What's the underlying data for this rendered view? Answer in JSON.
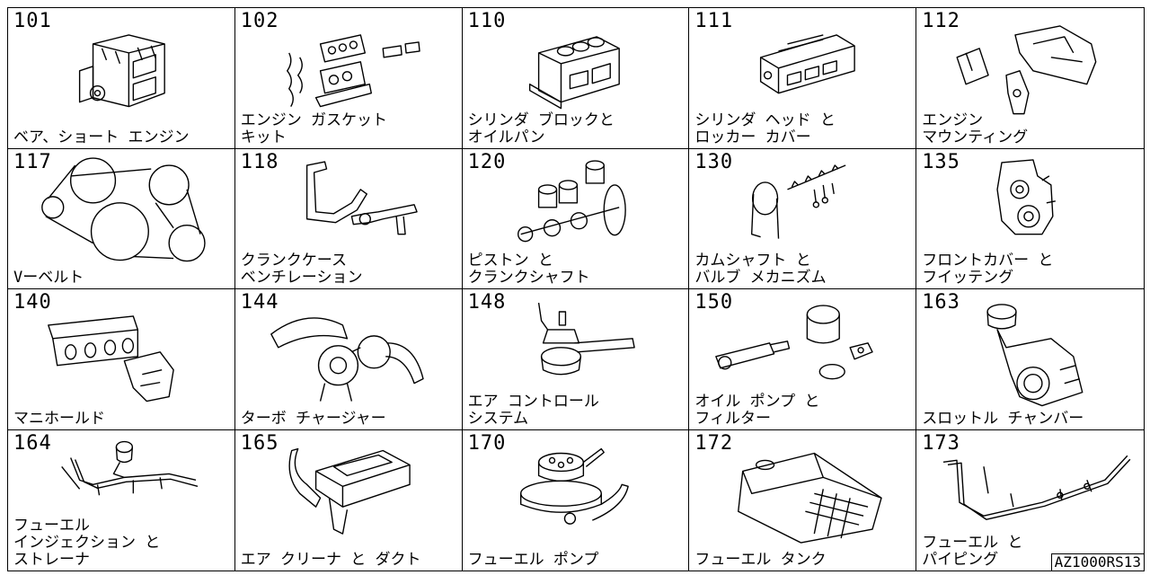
{
  "catalog": {
    "doc_id": "AZ1000RS13",
    "cells": [
      {
        "code": "101",
        "label": "ベア、ショート エンジン",
        "icon": "short-engine-icon"
      },
      {
        "code": "102",
        "label": "エンジン ガスケット\nキット",
        "icon": "gasket-kit-icon"
      },
      {
        "code": "110",
        "label": "シリンダ ブロックと\nオイルパン",
        "icon": "cylinder-block-icon"
      },
      {
        "code": "111",
        "label": "シリンダ ヘッド と\nロッカー カバー",
        "icon": "cylinder-head-icon"
      },
      {
        "code": "112",
        "label": "エンジン\nマウンティング",
        "icon": "engine-mount-icon"
      },
      {
        "code": "117",
        "label": "Vーベルト",
        "icon": "v-belt-icon"
      },
      {
        "code": "118",
        "label": "クランクケース\nベンチレーション",
        "icon": "crankcase-vent-icon"
      },
      {
        "code": "120",
        "label": "ピストン と\nクランクシャフト",
        "icon": "piston-crank-icon"
      },
      {
        "code": "130",
        "label": "カムシャフト と\nバルブ メカニズム",
        "icon": "camshaft-icon"
      },
      {
        "code": "135",
        "label": "フロントカバー と\nフイッテング",
        "icon": "front-cover-icon"
      },
      {
        "code": "140",
        "label": "マニホールド",
        "icon": "manifold-icon"
      },
      {
        "code": "144",
        "label": "ターボ チャージャー",
        "icon": "turbo-icon"
      },
      {
        "code": "148",
        "label": "エア コントロール\nシステム",
        "icon": "air-control-icon"
      },
      {
        "code": "150",
        "label": "オイル ポンプ と\nフィルター",
        "icon": "oil-pump-icon"
      },
      {
        "code": "163",
        "label": "スロットル チャンバー",
        "icon": "throttle-icon"
      },
      {
        "code": "164",
        "label": "フューエル\nインジェクション と\nストレーナ",
        "icon": "fuel-injection-icon"
      },
      {
        "code": "165",
        "label": "エア クリーナ と ダクト",
        "icon": "air-cleaner-icon"
      },
      {
        "code": "170",
        "label": "フューエル ポンプ",
        "icon": "fuel-pump-icon"
      },
      {
        "code": "172",
        "label": "フューエル タンク",
        "icon": "fuel-tank-icon"
      },
      {
        "code": "173",
        "label": "フューエル と\nパイピング",
        "icon": "fuel-piping-icon"
      }
    ]
  }
}
